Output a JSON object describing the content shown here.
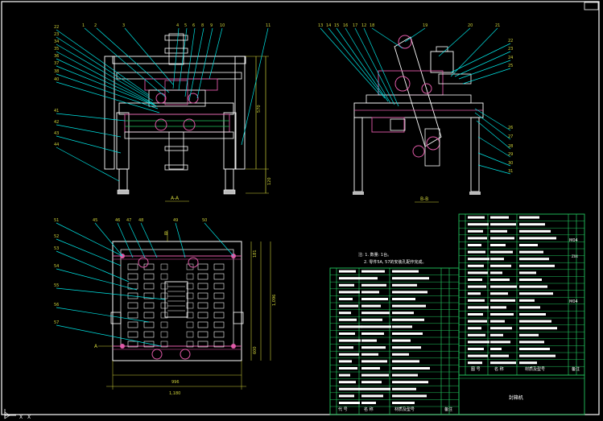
{
  "front_view": {
    "caption": "A-A",
    "callouts_top": [
      "1",
      "2",
      "3",
      "4",
      "5",
      "6",
      "8",
      "9",
      "10",
      "11"
    ],
    "callouts_left": [
      "22",
      "23",
      "34",
      "35",
      "36",
      "37",
      "38",
      "40",
      "41",
      "42",
      "43",
      "44"
    ],
    "dim_right": "570",
    "dim_right2": "120"
  },
  "side_view": {
    "caption": "B-B",
    "callouts_top": [
      "13",
      "14",
      "15",
      "16",
      "17",
      "12",
      "18",
      "19",
      "20",
      "21"
    ],
    "callouts_right": [
      "22",
      "23",
      "24",
      "25",
      "26",
      "27",
      "28",
      "29",
      "30",
      "31"
    ]
  },
  "plan_view": {
    "callouts_top": [
      "45",
      "46",
      "47",
      "48",
      "49",
      "50"
    ],
    "callouts_left": [
      "51",
      "52",
      "53",
      "54",
      "55",
      "56",
      "57"
    ],
    "dim_bottom_inner": "996",
    "dim_bottom": "1,180",
    "dim_right_a": "181",
    "dim_right_b": "1,096",
    "dim_right_c": "600",
    "marker_a": "A",
    "marker_b": "B"
  },
  "notes": {
    "line1": "注: 1. 数量: 1台。",
    "line2": "2. 零件5A, 57的安装孔配作完成。"
  },
  "parts_table": {
    "header": [
      "代 号",
      "名 称",
      "材质及型号",
      "备注"
    ]
  },
  "title_block": {
    "header": [
      "图 号",
      "名 称",
      "材质及型号",
      "备注"
    ],
    "machine_name": "封箱机",
    "codes": [
      "M04",
      "Z04",
      "M04"
    ]
  },
  "colors": {
    "background": "#000000",
    "frame": "#ffffff",
    "leader": "#00e5e5",
    "table_line": "#22c55e",
    "part": "#e05aa8",
    "dim": "#cfd23a"
  }
}
